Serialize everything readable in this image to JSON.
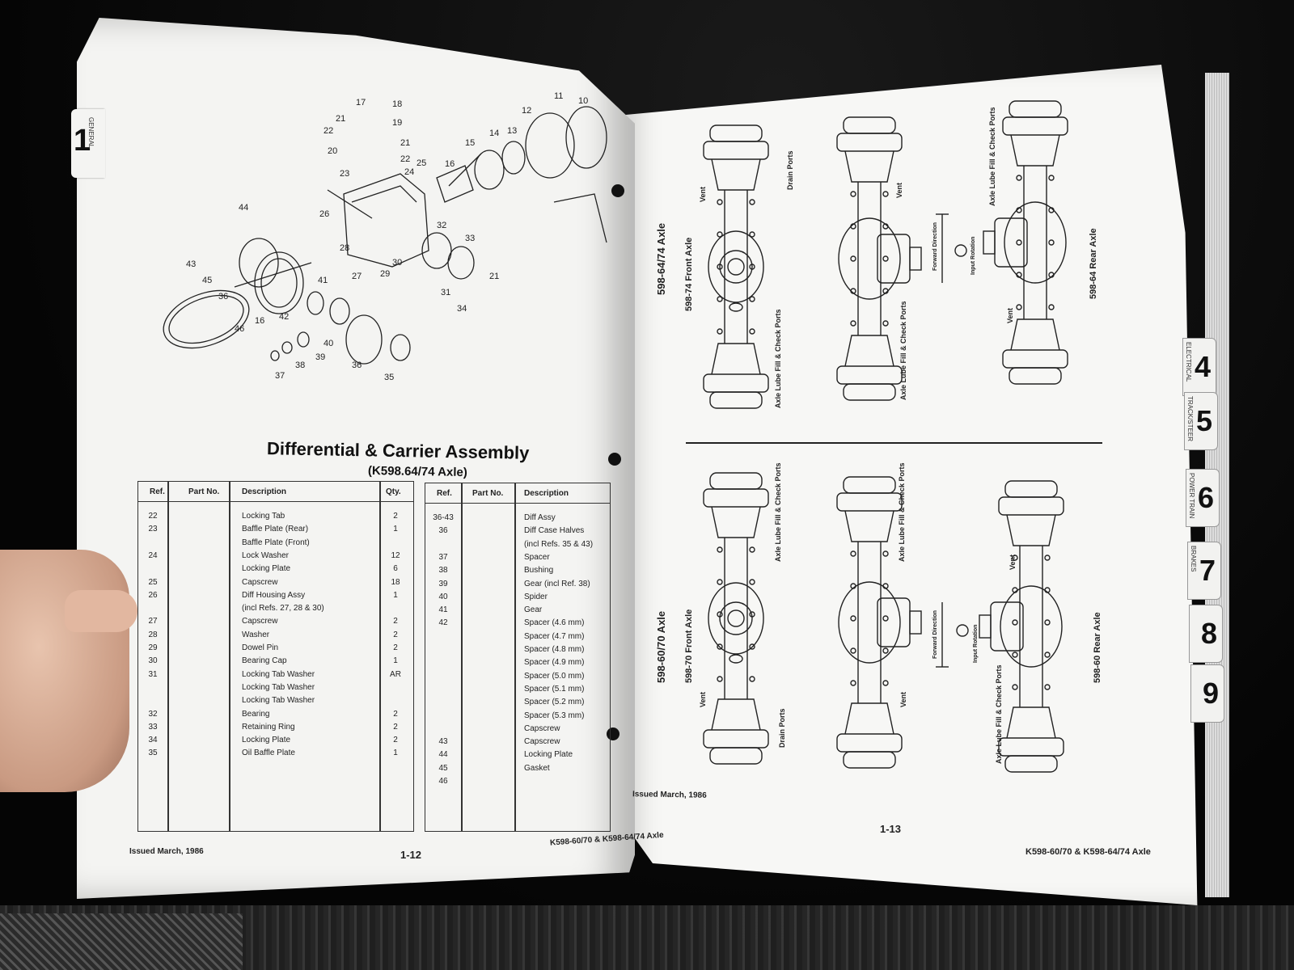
{
  "left_page": {
    "title": "Differential & Carrier Assembly",
    "subtitle": "(K598.64/74 Axle)",
    "tab": {
      "number": "1",
      "label": "GENERAL"
    },
    "diagram_callouts": [
      "17",
      "18",
      "21",
      "19",
      "22",
      "21",
      "20",
      "22",
      "23",
      "24",
      "25",
      "15",
      "16",
      "14",
      "13",
      "12",
      "11",
      "10",
      "26",
      "44",
      "32",
      "33",
      "43",
      "45",
      "28",
      "30",
      "27",
      "29",
      "36",
      "16",
      "42",
      "41",
      "31",
      "21",
      "34",
      "46",
      "40",
      "39",
      "38",
      "37",
      "36",
      "35"
    ],
    "table_left": {
      "headers": [
        "Ref.",
        "Part No.",
        "Description",
        "Qty."
      ],
      "rows": [
        {
          "ref": "22",
          "desc": "Locking Tab",
          "qty": "2"
        },
        {
          "ref": "23",
          "desc": "Baffle Plate (Rear)",
          "qty": "1"
        },
        {
          "ref": "",
          "desc": "Baffle Plate (Front)",
          "qty": ""
        },
        {
          "ref": "24",
          "desc": "Lock Washer",
          "qty": "12"
        },
        {
          "ref": "",
          "desc": "Locking Plate",
          "qty": "6"
        },
        {
          "ref": "25",
          "desc": "Capscrew",
          "qty": "18"
        },
        {
          "ref": "26",
          "desc": "Diff Housing Assy",
          "qty": "1"
        },
        {
          "ref": "",
          "desc": "(incl Refs. 27, 28 & 30)",
          "qty": ""
        },
        {
          "ref": "27",
          "desc": "Capscrew",
          "qty": "2"
        },
        {
          "ref": "28",
          "desc": "Washer",
          "qty": "2"
        },
        {
          "ref": "29",
          "desc": "Dowel Pin",
          "qty": "2"
        },
        {
          "ref": "30",
          "desc": "Bearing Cap",
          "qty": "1"
        },
        {
          "ref": "31",
          "desc": "Locking Tab Washer",
          "qty": "AR"
        },
        {
          "ref": "",
          "desc": "Locking Tab Washer",
          "qty": ""
        },
        {
          "ref": "",
          "desc": "Locking Tab Washer",
          "qty": ""
        },
        {
          "ref": "32",
          "desc": "Bearing",
          "qty": "2"
        },
        {
          "ref": "33",
          "desc": "Retaining Ring",
          "qty": "2"
        },
        {
          "ref": "34",
          "desc": "Locking Plate",
          "qty": "2"
        },
        {
          "ref": "35",
          "desc": "Oil Baffle Plate",
          "qty": "1"
        }
      ]
    },
    "table_right": {
      "headers": [
        "Ref.",
        "Part No.",
        "Description"
      ],
      "rows": [
        {
          "ref": "36-43",
          "desc": "Diff Assy"
        },
        {
          "ref": "36",
          "desc": "Diff Case Halves"
        },
        {
          "ref": "",
          "desc": "(incl Refs. 35 & 43)"
        },
        {
          "ref": "37",
          "desc": "Spacer"
        },
        {
          "ref": "38",
          "desc": "Bushing"
        },
        {
          "ref": "39",
          "desc": "Gear (incl Ref. 38)"
        },
        {
          "ref": "40",
          "desc": "Spider"
        },
        {
          "ref": "41",
          "desc": "Gear"
        },
        {
          "ref": "42",
          "desc": "Spacer (4.6 mm)"
        },
        {
          "ref": "",
          "desc": "Spacer (4.7 mm)"
        },
        {
          "ref": "",
          "desc": "Spacer (4.8 mm)"
        },
        {
          "ref": "",
          "desc": "Spacer (4.9 mm)"
        },
        {
          "ref": "",
          "desc": "Spacer (5.0 mm)"
        },
        {
          "ref": "",
          "desc": "Spacer (5.1 mm)"
        },
        {
          "ref": "",
          "desc": "Spacer (5.2 mm)"
        },
        {
          "ref": "",
          "desc": "Spacer (5.3 mm)"
        },
        {
          "ref": "",
          "desc": "Capscrew"
        },
        {
          "ref": "43",
          "desc": "Capscrew"
        },
        {
          "ref": "44",
          "desc": "Locking Plate"
        },
        {
          "ref": "45",
          "desc": "Gasket"
        },
        {
          "ref": "46",
          "desc": ""
        }
      ]
    },
    "footer_issued": "Issued March, 1986",
    "page_number": "1-12",
    "footer_right": "K598-60/70 & K598-64/74 Axle"
  },
  "right_page": {
    "top_axles": {
      "section_label": "598-64/74 Axle",
      "front_label": "598-74 Front Axle",
      "rear_label": "598-64 Rear Axle",
      "callouts": [
        "Vent",
        "Drain Ports",
        "Axle Lube Fill & Check Ports",
        "Vent",
        "Axle Lube Fill & Check Ports",
        "Forward Direction",
        "Input Rotation",
        "Axle Lube Fill & Check Ports",
        "Vent"
      ]
    },
    "bottom_axles": {
      "section_label": "598-60/70 Axle",
      "front_label": "598-70 Front Axle",
      "rear_label": "598-60 Rear Axle",
      "callouts": [
        "Axle Lube Fill & Check Ports",
        "Vent",
        "Drain Ports",
        "Axle Lube Fill & Check Ports",
        "Vent",
        "Forward Direction",
        "Input Rotation",
        "Vent",
        "Axle Lube Fill & Check Ports"
      ]
    },
    "footer_issued": "Issued March, 1986",
    "page_number": "1-13",
    "footer_right": "K598-60/70 & K598-64/74 Axle",
    "tabs": [
      {
        "number": "4",
        "label": "ELECTRICAL"
      },
      {
        "number": "5",
        "label": "TRACK/STEER"
      },
      {
        "number": "6",
        "label": "POWER TRAIN"
      },
      {
        "number": "7",
        "label": "BRAKES"
      },
      {
        "number": "8",
        "label": ""
      },
      {
        "number": "9",
        "label": ""
      }
    ]
  }
}
